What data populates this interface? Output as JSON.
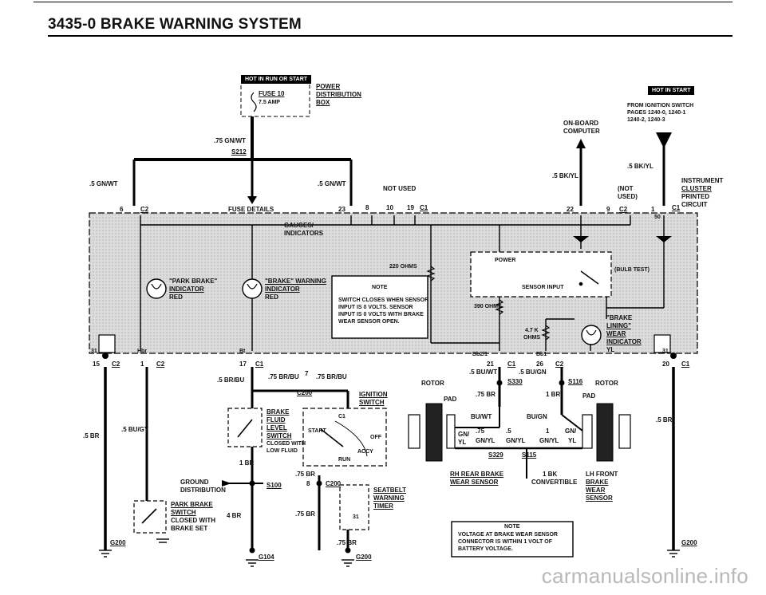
{
  "header": {
    "title": "3435-0  BRAKE WARNING SYSTEM"
  },
  "badges": {
    "run_start": "HOT IN RUN OR START",
    "start": "HOT IN START"
  },
  "fuse": {
    "name": "FUSE 10",
    "rating": "7.5 AMP",
    "box_label_1": "POWER",
    "box_label_2": "DISTRIBUTION",
    "box_label_3": "BOX"
  },
  "wires": {
    "gn_wt_top": ".75 GN/WT",
    "s212": "S212",
    "gn_wt_left": ".5 GN/WT",
    "gn_wt_right": ".5 GN/WT",
    "bk_yl_left": ".5 BK/YL",
    "bk_yl_right": ".5 BK/YL",
    "br_bu": ".5 BR/BU",
    "br_bu_75a": ".75 BR/BU",
    "br_bu_75b": ".75 BR/BU",
    "num7": "7",
    "bu_gy": ".5 BU/GY",
    "br_left": ".5 BR",
    "br_right": ".5 BR",
    "bu_wt": ".5 BU/WT",
    "bu_gn": ".5 BU/GN",
    "br75_a": ".75 BR",
    "br1": "1 BR",
    "bu_wt_b": "BU/WT",
    "bu_gn_b": "BU/GN",
    "br_75_mid": ".75 BR",
    "br_75_low": ".75 BR",
    "br_75_bottom": ".75 BR",
    "br_1": "1 BR",
    "br_4": "4 BR",
    "bk_1": "1 BK",
    "gn_yl_1": "GN/",
    "gn_yl_2": "YL",
    "gn_yl_3": "GN/YL",
    "gn_yl_4": "GN/YL",
    "gn_yl_5": "GN/YL",
    "gn_yl_6": "YL",
    "gn_1": "GN/",
    "num75": ".75",
    "num5": ".5",
    "num1": "1"
  },
  "labels": {
    "onboard_1": "ON-BOARD",
    "onboard_2": "COMPUTER",
    "from_ign_1": "FROM IGNITION SWITCH",
    "from_ign_2": "PAGES 1240-0, 1240-1",
    "from_ign_3": "1240-2, 1240-3",
    "instrument_1": "INSTRUMENT",
    "instrument_2": "CLUSTER",
    "instrument_3": "PRINTED",
    "instrument_4": "CIRCUIT",
    "not_used_1": "(NOT",
    "not_used_2": "USED)",
    "not_used": "NOT USED",
    "fuse_details": "FUSE DETAILS",
    "gauges_1": "GAUGES/",
    "gauges_2": "INDICATORS",
    "ohms220": "220 OHMS",
    "ohms390": "390 OHMS",
    "ohms47_1": "4.7 K",
    "ohms47_2": "OHMS",
    "power": "POWER",
    "sensor_input": "SENSOR INPUT",
    "bulb_test": "(BULB TEST)",
    "park_brake_ind_1": "\"PARK BRAKE\"",
    "park_brake_ind_2": "INDICATOR",
    "park_brake_ind_3": "RED",
    "brake_warn_ind_1": "\"BRAKE\" WARNING",
    "brake_warn_ind_2": "INDICATOR",
    "brake_warn_ind_3": "RED",
    "lining_1": "\"BRAKE",
    "lining_2": "LINING\"",
    "lining_3": "WEAR",
    "lining_4": "INDICATOR",
    "lining_5": "YL",
    "rotor_l": "ROTOR",
    "rotor_r": "ROTOR",
    "pad_l": "PAD",
    "pad_r": "PAD",
    "ignition_1": "IGNITION",
    "ignition_2": "SWITCH",
    "c200_top": "C200",
    "start": "START",
    "off": "OFF",
    "accy": "ACCY",
    "run": "RUN",
    "c1_ign": "C1",
    "brake_fluid_1": "BRAKE",
    "brake_fluid_2": "FLUID",
    "brake_fluid_3": "LEVEL",
    "brake_fluid_4": "SWITCH",
    "brake_fluid_5": "CLOSED WITH",
    "brake_fluid_6": "LOW FLUID",
    "ground_1": "GROUND",
    "ground_2": "DISTRIBUTION",
    "s100": "S100",
    "park_sw_1": "PARK BRAKE",
    "park_sw_2": "SWITCH",
    "park_sw_3": "CLOSED WITH",
    "park_sw_4": "BRAKE SET",
    "seatbelt_1": "SEATBELT",
    "seatbelt_2": "WARNING",
    "seatbelt_3": "TIMER",
    "rh_rear_1": "RH REAR BRAKE",
    "rh_rear_2": "WEAR SENSOR",
    "convertible": "CONVERTIBLE",
    "lh_front_1": "LH FRONT",
    "lh_front_2": "BRAKE",
    "lh_front_3": "WEAR",
    "lh_front_4": "SENSOR",
    "s330": "S330",
    "s116": "S116",
    "s329": "S329",
    "s115": "S115",
    "g200_l": "G200",
    "g200_r": "G200",
    "g200_m": "G200",
    "g104": "G104",
    "c200_m": "C200",
    "pin8": "8",
    "pin31": "31"
  },
  "connectors": {
    "c6": "6",
    "c6c": "C2",
    "c23": "23",
    "c8": "8",
    "c10": "10",
    "c19": "19",
    "c19c": "C1",
    "c22": "22",
    "c9": "9",
    "c9c": "C2",
    "c1": "1",
    "c1c": "C1",
    "c50": "50",
    "c15": "15",
    "c15c": "C2",
    "c31a": "31",
    "c1b": "1",
    "c1bc": "C2",
    "hbr": "Hbr",
    "bt": "Bt",
    "c17": "17",
    "c17c": "C1",
    "bb2": "Bb2/1",
    "c21": "21",
    "c21c": "C1",
    "bb1": "Bb1",
    "c26": "26",
    "c26c": "C2",
    "c31b": "31",
    "c20": "20",
    "c20c": "C1"
  },
  "notes": {
    "note1_title": "NOTE",
    "note1_l1": "SWITCH CLOSES WHEN SENSOR",
    "note1_l2": "INPUT IS 0 VOLTS. SENSOR",
    "note1_l3": "INPUT IS 0 VOLTS WITH BRAKE",
    "note1_l4": "WEAR SENSOR OPEN.",
    "note2_title": "NOTE",
    "note2_l1": "VOLTAGE AT BRAKE WEAR SENSOR",
    "note2_l2": "CONNECTOR IS WITHIN 1 VOLT OF",
    "note2_l3": "BATTERY VOLTAGE."
  },
  "watermark": "carmanualsonline.info"
}
